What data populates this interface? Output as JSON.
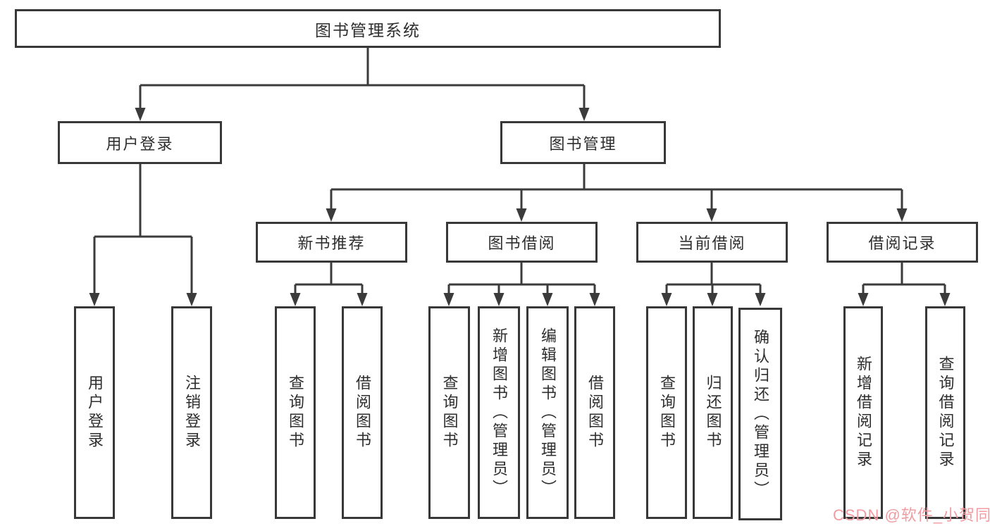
{
  "diagram": {
    "type": "hierarchy-tree",
    "root": {
      "label": "图书管理系统"
    },
    "level2": [
      {
        "label": "用户登录",
        "children": [
          {
            "label": "用户登录"
          },
          {
            "label": "注销登录"
          }
        ]
      },
      {
        "label": "图书管理",
        "children": [
          {
            "label": "新书推荐",
            "children": [
              {
                "label": "查询图书"
              },
              {
                "label": "借阅图书"
              }
            ]
          },
          {
            "label": "图书借阅",
            "children": [
              {
                "label": "查询图书"
              },
              {
                "label": "新增图书（管理员）"
              },
              {
                "label": "编辑图书（管理员）"
              },
              {
                "label": "借阅图书"
              }
            ]
          },
          {
            "label": "当前借阅",
            "children": [
              {
                "label": "查询图书"
              },
              {
                "label": "归还图书"
              },
              {
                "label": "确认归还（管理员）"
              }
            ]
          },
          {
            "label": "借阅记录",
            "children": [
              {
                "label": "新增借阅记录"
              },
              {
                "label": "查询借阅记录"
              }
            ]
          }
        ]
      }
    ]
  },
  "watermark": {
    "text": "CSDN @软件_小贺同学",
    "color": "#f09ca2"
  },
  "colors": {
    "background": "#ffffff",
    "box_border": "#383838",
    "text": "#2e2e2e",
    "connector": "#3b3b3b"
  }
}
